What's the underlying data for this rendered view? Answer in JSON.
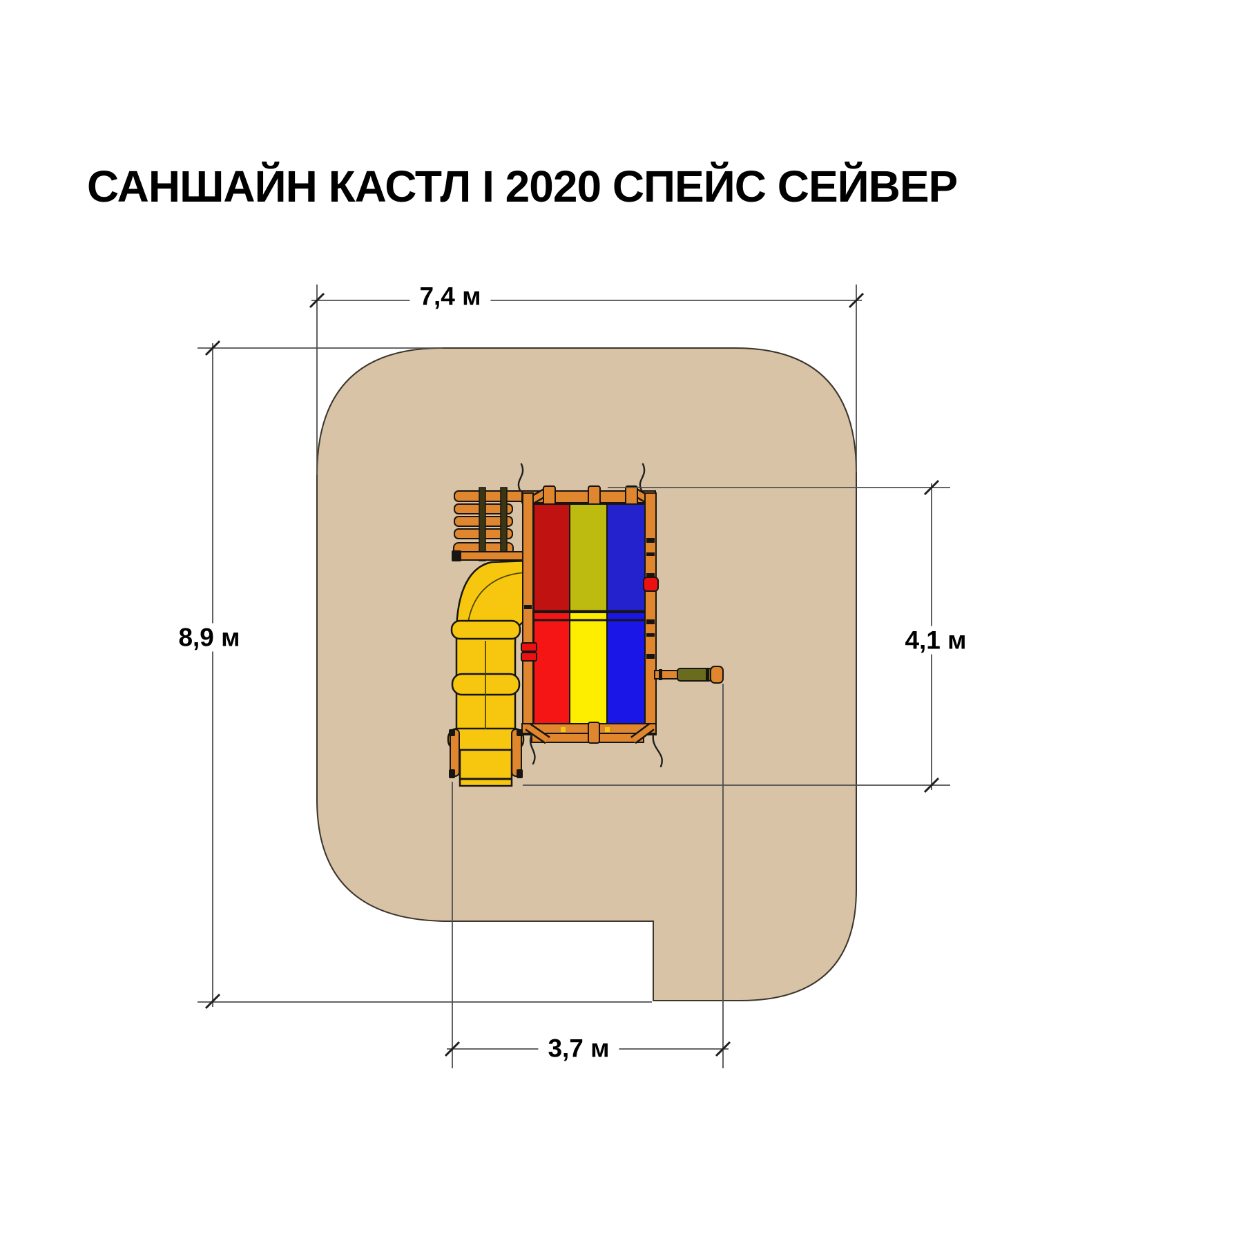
{
  "title": "САНШАЙН КАСТЛ I 2020 СПЕЙС СЕЙВЕР",
  "dimensions": {
    "safety_zone_width": "7,4 м",
    "safety_zone_depth": "8,9 м",
    "equipment_depth": "4,1 м",
    "equipment_width": "3,7 м"
  },
  "diagram": {
    "type": "playground-installation-plan-top-view",
    "safety_zone_shape": "rounded rectangle with notch cut at bottom-left",
    "equipment_parts": [
      "rope-ladder",
      "tower-frame-with-panels",
      "tube-slide",
      "slide-exit-platform",
      "balance-beam"
    ]
  },
  "colors": {
    "safety_zone": "#d8c3a6",
    "zone_outline": "#3b352c",
    "dim_line": "#4f4f4f",
    "outline": "#171512",
    "wood": "#e0862e",
    "tube_yellow": "#f7c70f",
    "panel_top_red": "#c11212",
    "panel_top_olive": "#bdbb10",
    "panel_top_blue": "#2422cd",
    "panel_red": "#f51515",
    "panel_yellow": "#fdee00",
    "panel_blue": "#1a16e8",
    "accent_red": "#ec1111",
    "beam_insert_olive": "#6b6b1d"
  }
}
